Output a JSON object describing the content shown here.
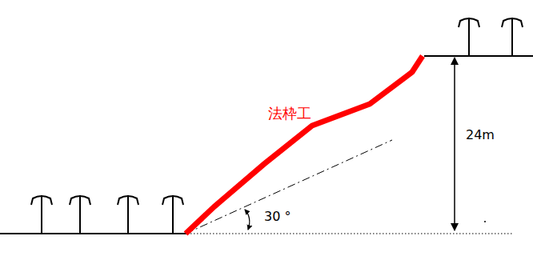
{
  "diagram": {
    "labels": [
      "法枠工",
      "24m",
      "30 °"
    ]
  }
}
